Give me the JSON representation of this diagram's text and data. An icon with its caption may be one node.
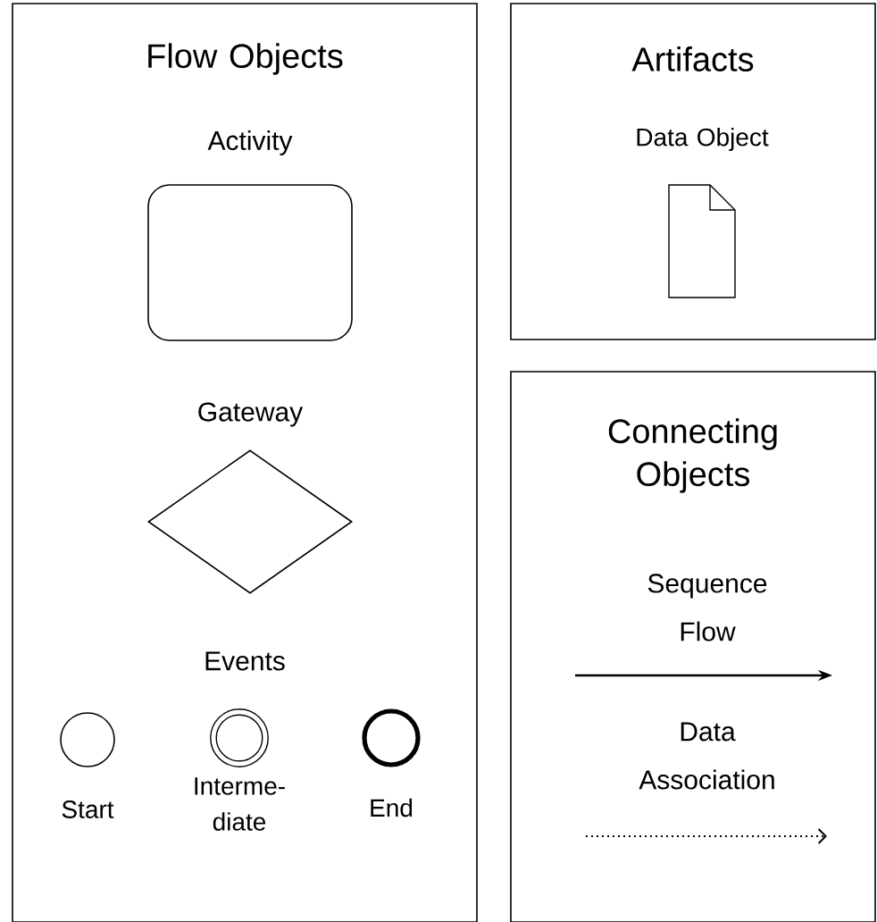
{
  "diagram": {
    "nodes": [
      {
        "text": [
          "Flow Objects"
        ]
      },
      {
        "text": [
          "Activity"
        ],
        "in": 0
      },
      {
        "text": [
          "Gateway"
        ],
        "in": 0
      },
      {
        "text": [
          "Start"
        ],
        "in": 0
      },
      {
        "text": [
          "Interme- diate"
        ],
        "in": 0
      },
      {
        "text": [
          "End"
        ],
        "in": 0
      },
      {
        "text": [
          "Artifacts"
        ]
      },
      {
        "text": [
          "Data Object"
        ],
        "in": 6
      },
      {
        "text": [
          "Connecting Objects"
        ]
      }
    ],
    "labels": [
      "Events",
      "Sequence Flow",
      "Data Association"
    ]
  }
}
